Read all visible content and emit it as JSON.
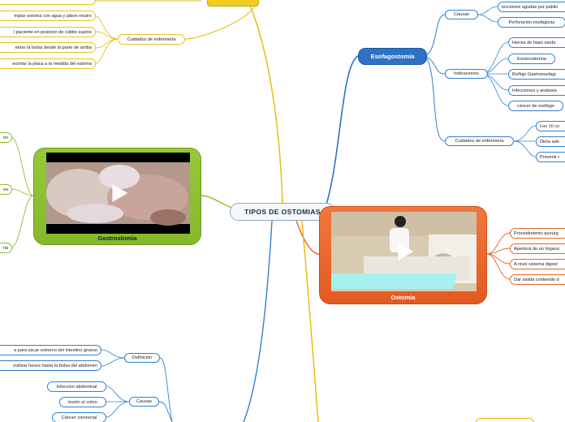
{
  "central": {
    "title": "TIPOS DE OSTOMIAS"
  },
  "esofagostomia": {
    "title": "Esofagostomia",
    "causas": {
      "label": "Causas",
      "items": [
        "lecciones agudas por pabilo",
        "Perforacion esofagicas"
      ]
    },
    "indicaciones": {
      "label": "Indicaciones",
      "items": [
        "Hernia de hiato esofa",
        "Esclerodermia",
        "Reflujo Gastroesofagi",
        "Infecciones y acalasia",
        "cáncer de esófago"
      ]
    },
    "cuidados": {
      "label": "Cuidados de enfermeria",
      "items": [
        "Los 10 co",
        "Dieta ade",
        "Prevenir r"
      ]
    }
  },
  "ostomia": {
    "title": "Ostomia",
    "items": [
      "Procedimiento quirúrg",
      "Apertura de un órgano",
      "A nivel sistema digest",
      "Dar salida contenido d"
    ]
  },
  "gastrostomia": {
    "title": "Gastrostomia",
    "side_items": [
      "on",
      "es",
      "ria"
    ]
  },
  "top_branch": {
    "label": "Cuidados de enfermeria",
    "items": [
      "mpiar estoma con agua y jabon neutro",
      "l paciente en posicion de cúbito supino",
      "etirar la bolsa desde la parte de arriba",
      "ecortar la placa a la medida del estoma"
    ]
  },
  "colostomia_like": {
    "definicion": {
      "label": "Definición",
      "items": [
        "a para sacar extremo del intestino grueso",
        "ovilizar heces hasta la bolsa del abdomen"
      ]
    },
    "causas": {
      "label": "Causas",
      "items": [
        "Infeccion abdominal",
        "lesión al colon",
        "Cáncer colorectal"
      ]
    }
  },
  "colors": {
    "blue": "#2f7fd4",
    "yellow": "#e5c21a",
    "green": "#8fbf2c",
    "orange": "#e4642a",
    "gold": "#f2b400"
  }
}
